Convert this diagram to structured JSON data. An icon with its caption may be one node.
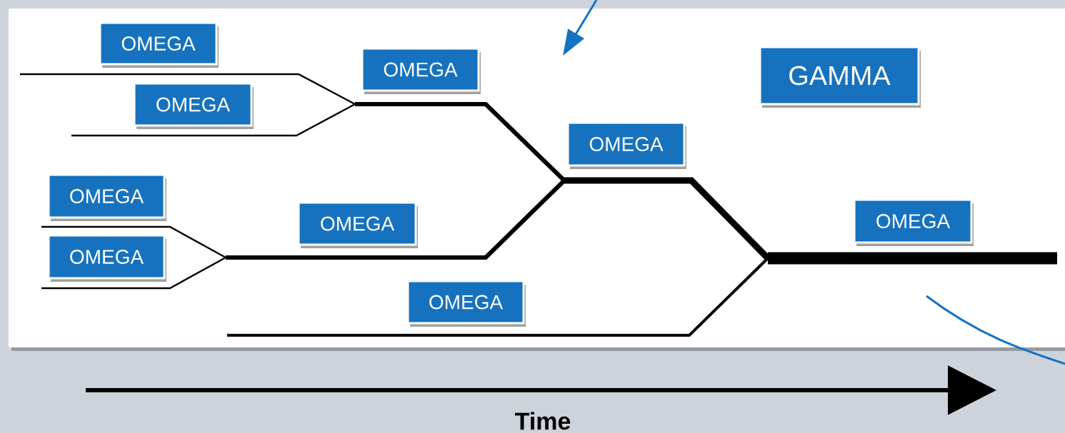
{
  "diagram": {
    "nodes": [
      {
        "text": [
          "OMEGA"
        ]
      },
      {
        "text": [
          "OMEGA"
        ]
      },
      {
        "text": [
          "GAMMA"
        ]
      },
      {
        "text": [
          "OMEGA"
        ]
      },
      {
        "text": [
          "OMEGA"
        ]
      },
      {
        "text": [
          "OMEGA"
        ]
      },
      {
        "text": [
          "OMEGA"
        ]
      },
      {
        "text": [
          "OMEGA"
        ]
      },
      {
        "text": [
          "OMEGA"
        ]
      },
      {
        "text": [
          "OMEGA"
        ]
      }
    ],
    "labels": [
      "Time"
    ]
  }
}
